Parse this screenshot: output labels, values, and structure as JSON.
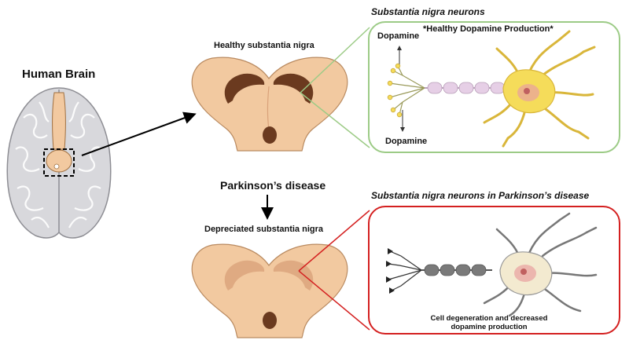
{
  "labels": {
    "human_brain": "Human Brain",
    "healthy_sn": "Healthy substantia nigra",
    "parkinsons": "Parkinson’s disease",
    "depreciated_sn": "Depreciated substantia nigra",
    "sn_neurons": "Substantia nigra neurons",
    "healthy_production": "*Healthy Dopamine Production*",
    "dopamine_top": "Dopamine",
    "dopamine_bottom": "Dopamine",
    "sn_neurons_pd": "Substantia nigra neurons in Parkinson’s disease",
    "degeneration_line1": "Cell degeneration and decreased",
    "degeneration_line2": "dopamine production"
  },
  "colors": {
    "healthy_border": "#9ccb86",
    "pd_border": "#d42020",
    "midbrain_fill": "#f2c9a0",
    "pigment_dark": "#6b3a1f",
    "pigment_faded": "#d9a27a",
    "brain_fill": "#d8d8dc",
    "healthy_neuron": "#f5dc5a",
    "pd_neuron": "#f3ead0",
    "healthy_axon": "#e6cfe6",
    "pd_axon": "#7a7a7a"
  }
}
